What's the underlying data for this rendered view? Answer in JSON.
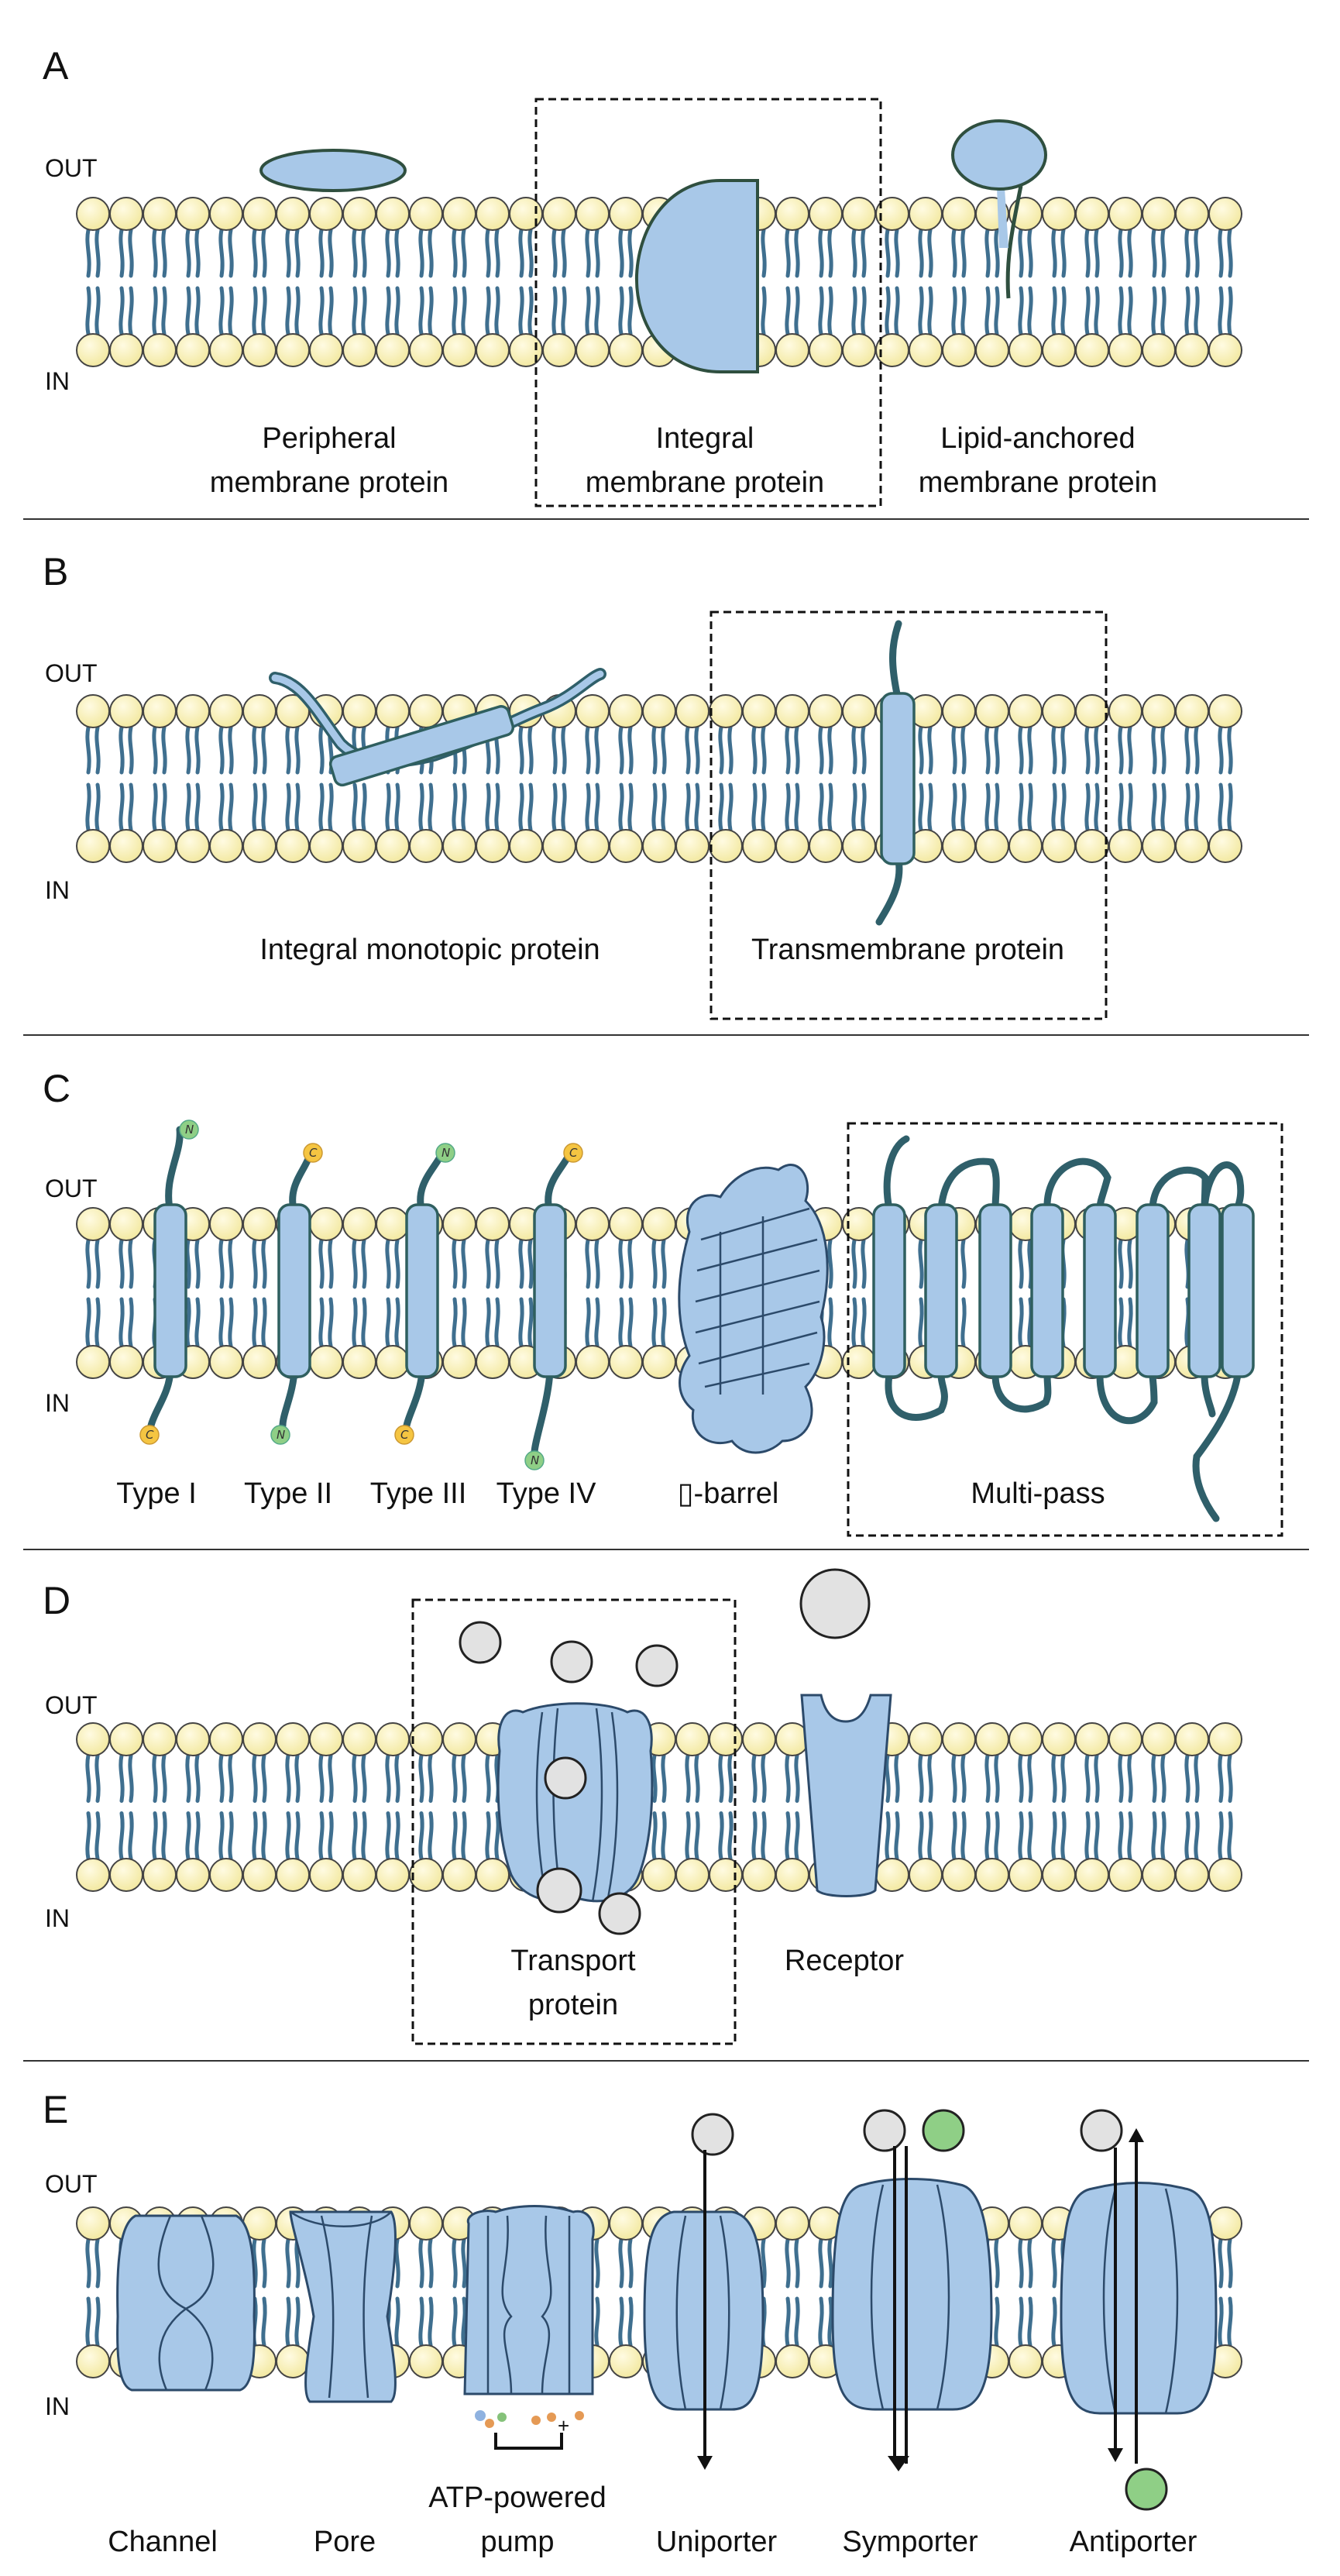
{
  "panels": [
    {
      "letter": "A",
      "out_label": "OUT",
      "in_label": "IN",
      "captions": [
        [
          "Peripheral",
          "membrane protein"
        ],
        [
          "Integral",
          "membrane protein"
        ],
        [
          "Lipid-anchored",
          "membrane protein"
        ]
      ]
    },
    {
      "letter": "B",
      "out_label": "OUT",
      "in_label": "IN",
      "captions": [
        [
          "Integral monotopic protein"
        ],
        [
          "Transmembrane protein"
        ]
      ]
    },
    {
      "letter": "C",
      "out_label": "OUT",
      "in_label": "IN",
      "captions": [
        [
          "Type I"
        ],
        [
          "Type II"
        ],
        [
          "Type III"
        ],
        [
          "Type IV"
        ],
        [
          "▯-barrel"
        ],
        [
          "Multi-pass"
        ]
      ],
      "terminus_labels": {
        "type_i": [
          "N",
          "C"
        ],
        "type_ii": [
          "C",
          "N"
        ],
        "type_iii": [
          "N",
          "C"
        ],
        "type_iv": [
          "C",
          "N"
        ]
      }
    },
    {
      "letter": "D",
      "out_label": "OUT",
      "in_label": "IN",
      "captions": [
        [
          "Transport",
          "protein"
        ],
        [
          "Receptor"
        ]
      ]
    },
    {
      "letter": "E",
      "out_label": "OUT",
      "in_label": "IN",
      "captions": [
        [
          "Channel"
        ],
        [
          "Pore"
        ],
        [
          "ATP-powered",
          "pump"
        ],
        [
          "Uniporter"
        ],
        [
          "Symporter"
        ],
        [
          "Antiporter"
        ]
      ],
      "plus_sign": "+"
    }
  ],
  "colors": {
    "lipid_head": "#fdf6c2",
    "lipid_tail": "#3f6f8f",
    "protein_fill": "#a8c8e8",
    "ligand": "#e2e2e2",
    "ligand_green": "#8fcf86"
  }
}
